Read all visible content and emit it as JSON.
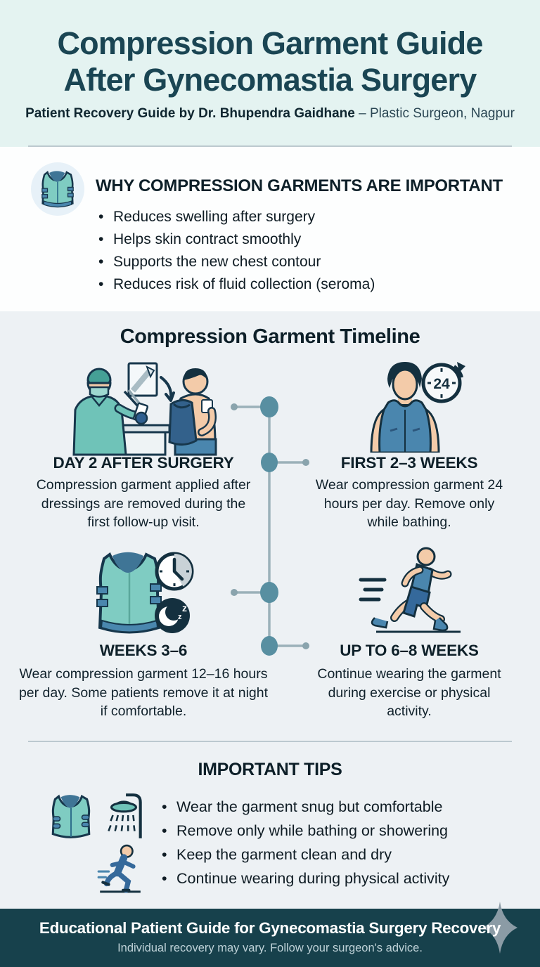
{
  "header": {
    "title_line1": "Compression Garment Guide",
    "title_line2": "After Gynecomastia Surgery",
    "subtitle_bold": "Patient Recovery Guide by Dr. Bhupendra Gaidhane",
    "subtitle_rest": " – Plastic Surgeon, Nagpur"
  },
  "why_section": {
    "icon": "compression-vest-icon",
    "heading": "WHY COMPRESSION GARMENTS ARE IMPORTANT",
    "bullets": [
      "Reduces swelling after surgery",
      "Helps skin contract smoothly",
      "Supports the new chest contour",
      "Reduces risk of fluid collection (seroma)"
    ]
  },
  "timeline": {
    "title": "Compression Garment Timeline",
    "clock_label": "24",
    "sleep_z": "z",
    "items": [
      {
        "heading": "DAY 2 AFTER SURGERY",
        "description": "Compression garment applied after dressings are removed during the first follow-up visit.",
        "icon": "surgeon-applying-garment-illustration"
      },
      {
        "heading": "FIRST 2–3 WEEKS",
        "description": "Wear compression garment 24 hours per day. Remove only while bathing.",
        "icon": "man-wearing-garment-24h-illustration"
      },
      {
        "heading": "WEEKS 3–6",
        "description": "Wear compression garment 12–16 hours per day. Some patients remove it at night if comfortable.",
        "icon": "vest-clock-sleep-illustration"
      },
      {
        "heading": "UP TO 6–8 WEEKS",
        "description": "Continue wearing the garment during exercise or physical activity.",
        "icon": "runner-illustration"
      }
    ]
  },
  "tips_section": {
    "heading": "IMPORTANT TIPS",
    "icons": [
      "compression-vest-icon",
      "shower-icon",
      "running-icon"
    ],
    "bullets": [
      "Wear the garment snug but comfortable",
      "Remove only while bathing or showering",
      "Keep the garment clean and dry",
      "Continue wearing during physical activity"
    ]
  },
  "footer": {
    "title": "Educational Patient Guide for Gynecomastia Surgery Recovery",
    "subtitle": "Individual recovery may vary. Follow your surgeon's advice.",
    "icon": "sparkle-icon"
  },
  "colors": {
    "header_bg": "#e4f3f1",
    "why_bg": "#fdfefe",
    "section_bg": "#edf1f4",
    "footer_bg": "#17414c",
    "heading_teal": "#1a4553",
    "text_dark": "#10212b",
    "vest_teal": "#7fccc2",
    "garment_blue": "#4a86ae",
    "outline_navy": "#17374c",
    "timeline_node": "#588fa1",
    "timeline_line": "#9bb1b9"
  }
}
